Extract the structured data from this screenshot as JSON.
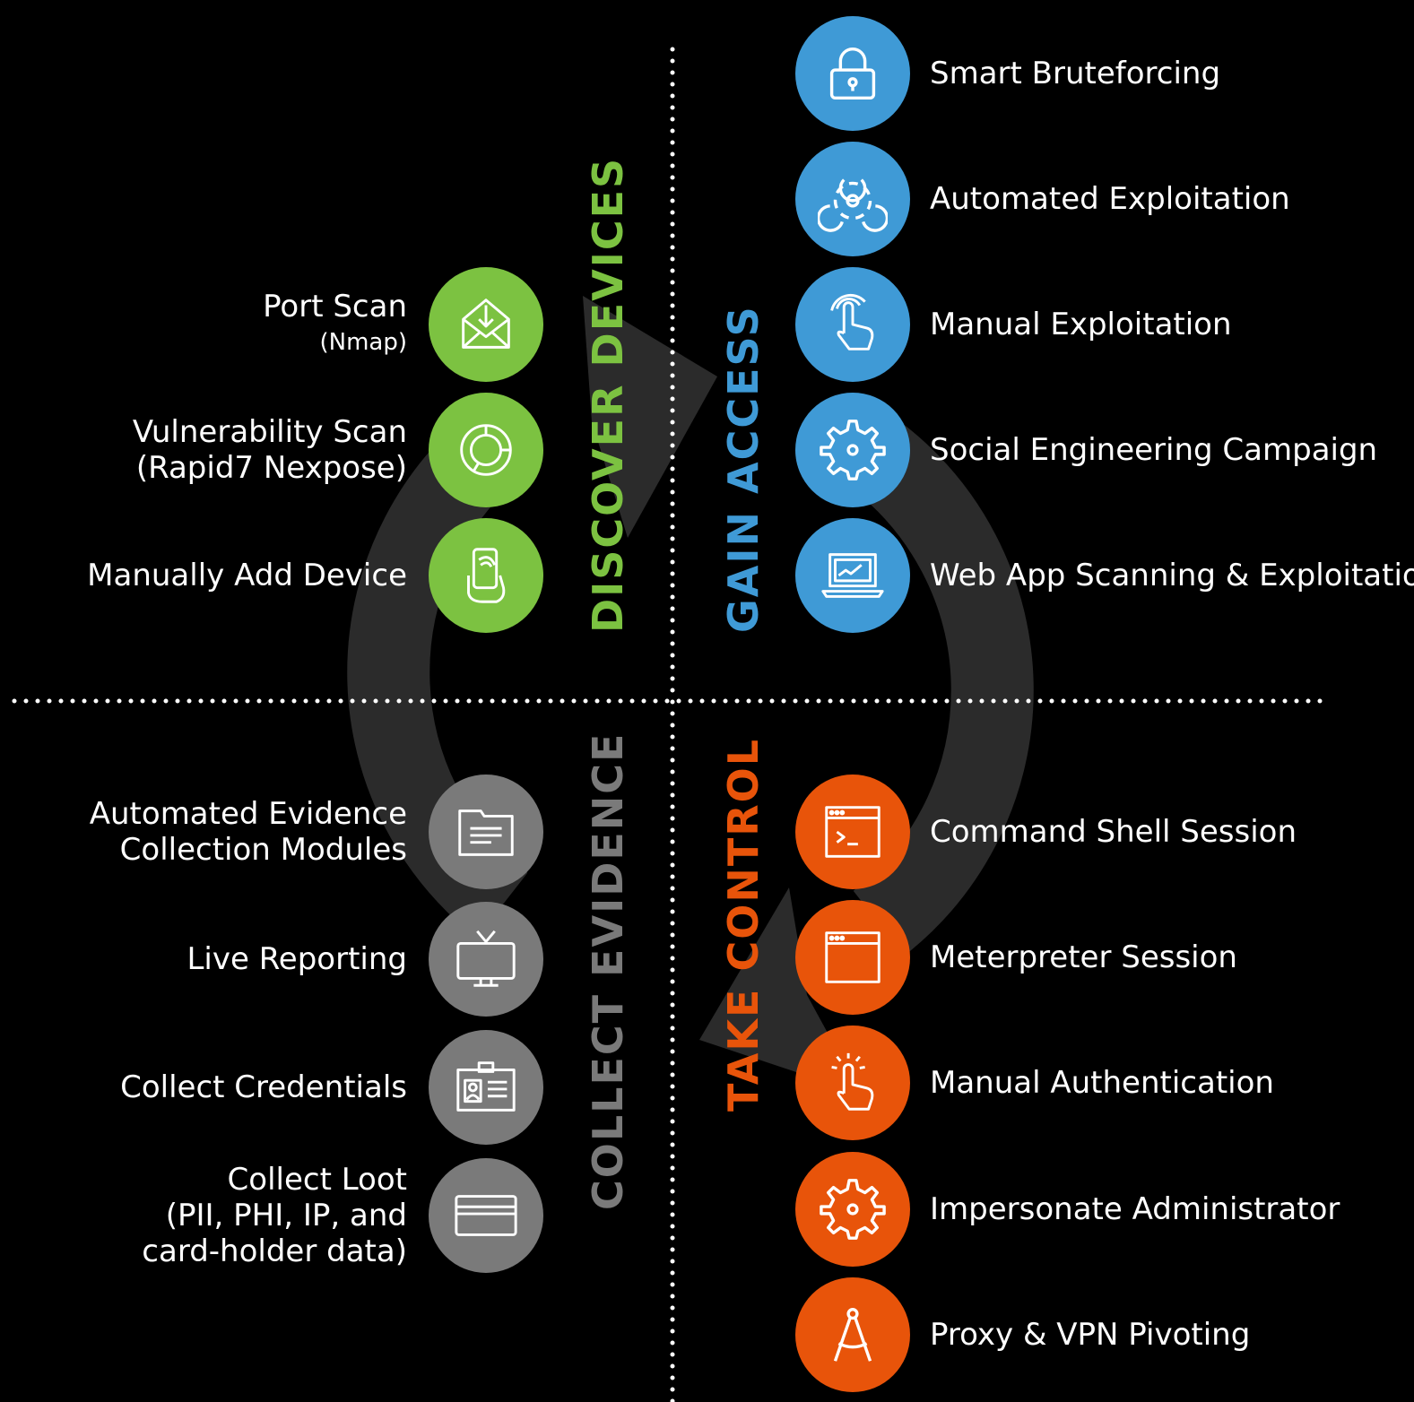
{
  "colors": {
    "background": "#000000",
    "discover": "#7cc241",
    "gain": "#3f9ad6",
    "take": "#e8540a",
    "collect": "#7a7a7a",
    "cycle_arrow": "#2b2b2b",
    "divider": "#ffffff"
  },
  "phases": {
    "discover": "DISCOVER DEVICES",
    "gain": "GAIN ACCESS",
    "take": "TAKE CONTROL",
    "collect": "COLLECT EVIDENCE"
  },
  "discover_items": [
    {
      "line1": "Port Scan",
      "line2": "(Nmap)",
      "icon": "envelope-download-icon"
    },
    {
      "line1": "Vulnerability Scan",
      "line2": "(Rapid7 Nexpose)",
      "icon": "ring-chart-icon"
    },
    {
      "line1": "Manually Add Device",
      "line2": "",
      "icon": "hand-phone-icon"
    }
  ],
  "gain_items": [
    {
      "label": "Smart Bruteforcing",
      "icon": "padlock-icon"
    },
    {
      "label": "Automated Exploitation",
      "icon": "biohazard-icon"
    },
    {
      "label": "Manual Exploitation",
      "icon": "pointing-hand-icon"
    },
    {
      "label": "Social Engineering Campaign",
      "icon": "gear-icon"
    },
    {
      "label": "Web App Scanning & Exploitation",
      "icon": "laptop-chart-icon"
    }
  ],
  "take_items": [
    {
      "label": "Command Shell Session",
      "icon": "terminal-window-icon"
    },
    {
      "label": "Meterpreter Session",
      "icon": "browser-window-icon"
    },
    {
      "label": "Manual Authentication",
      "icon": "tapping-hand-icon"
    },
    {
      "label": "Impersonate Administrator",
      "icon": "gear-icon"
    },
    {
      "label": "Proxy & VPN Pivoting",
      "icon": "compass-icon"
    }
  ],
  "collect_items": [
    {
      "line1": "Automated Evidence",
      "line2": "Collection Modules",
      "line3": "",
      "icon": "folder-document-icon"
    },
    {
      "line1": "Live Reporting",
      "line2": "",
      "line3": "",
      "icon": "tv-monitor-icon"
    },
    {
      "line1": "Collect Credentials",
      "line2": "",
      "line3": "",
      "icon": "id-badge-icon"
    },
    {
      "line1": "Collect Loot",
      "line2": "(PII, PHI, IP, and",
      "line3": "card-holder data)",
      "icon": "credit-card-icon"
    }
  ]
}
